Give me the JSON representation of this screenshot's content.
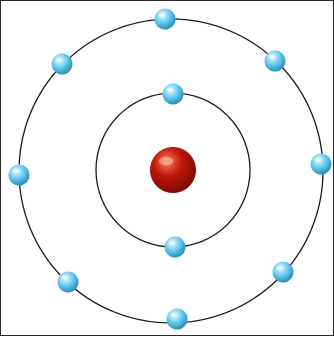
{
  "diagram": {
    "type": "bohr-atom-model",
    "shells": [
      {
        "shell": 1,
        "electron_count": 2
      },
      {
        "shell": 2,
        "electron_count": 8
      }
    ],
    "total_electrons": 10,
    "colors": {
      "nucleus": "#c0180a",
      "nucleus_highlight": "#ff7a5a",
      "electron": "#5ec8ec",
      "electron_highlight": "#e6f8ff",
      "orbit": "#1a1a1a",
      "frame_border": "#2a2a2a",
      "background": "#ffffff"
    }
  }
}
